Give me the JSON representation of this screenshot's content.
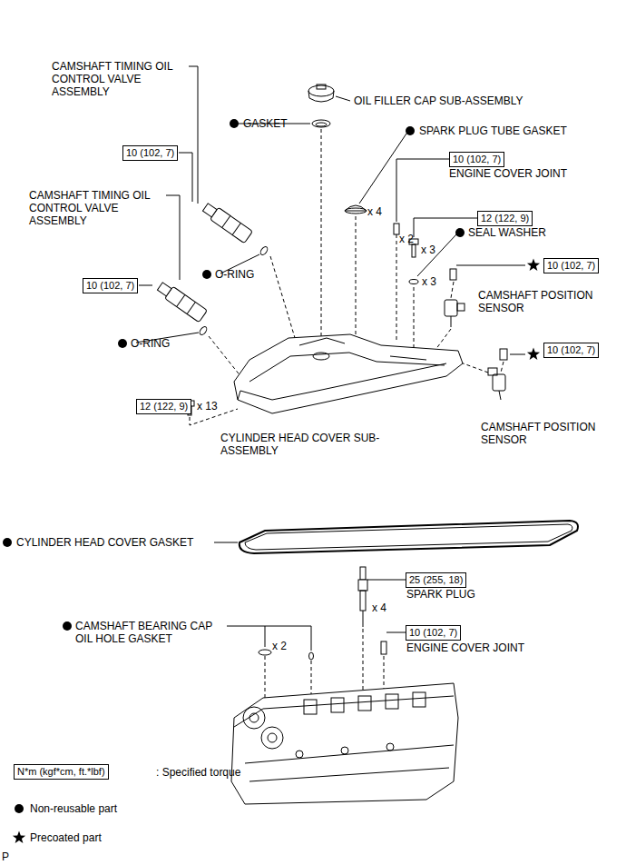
{
  "diagram": {
    "nodes": [
      {
        "text": [
          "10 (102, 7)"
        ]
      },
      {
        "text": [
          "10 (102, 7)"
        ]
      },
      {
        "text": [
          "12 (122, 9)"
        ]
      },
      {
        "text": [
          "10 (102, 7)"
        ]
      },
      {
        "text": [
          "10 (102, 7)"
        ]
      },
      {
        "text": [
          "10 (102, 7)"
        ]
      },
      {
        "text": [
          "12 (122, 9)"
        ]
      },
      {
        "text": [
          "25 (255, 18)"
        ]
      },
      {
        "text": [
          "10 (102, 7)"
        ]
      },
      {
        "text": [
          "N*m (kgf*cm, ft.*lbf)"
        ]
      }
    ],
    "labels": [
      "CAMSHAFT TIMING OIL CONTROL VALVE ASSEMBLY",
      "OIL FILLER CAP SUB-ASSEMBLY",
      "GASKET",
      "SPARK PLUG TUBE GASKET",
      "ENGINE COVER JOINT",
      "x 4",
      "x 2",
      "x 3",
      "SEAL WASHER",
      "x 3",
      "CAMSHAFT POSITION SENSOR",
      "CAMSHAFT TIMING OIL CONTROL VALVE ASSEMBLY",
      "O-RING",
      "O-RING",
      "x 13",
      "CAMSHAFT POSITION SENSOR",
      "CYLINDER HEAD COVER SUB-ASSEMBLY",
      "CYLINDER HEAD COVER GASKET",
      "SPARK PLUG",
      "CAMSHAFT BEARING CAP OIL HOLE GASKET",
      "x 2",
      "x 4",
      "ENGINE COVER JOINT",
      "P"
    ],
    "legend": [
      {
        "text": ": Specified torque"
      },
      {
        "text": "Non-reusable part"
      },
      {
        "text": "Precoated part"
      }
    ]
  }
}
